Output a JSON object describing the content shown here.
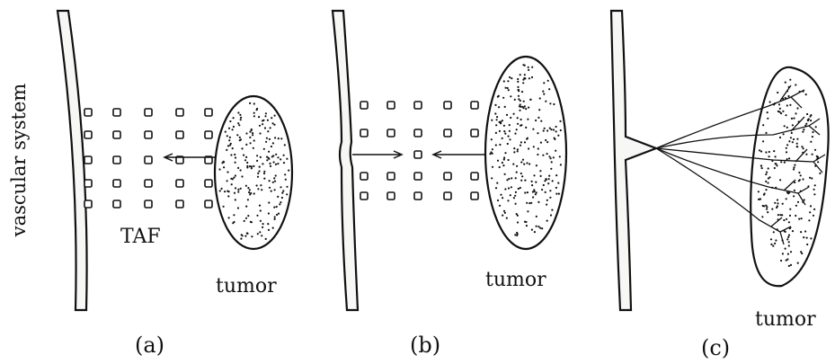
{
  "figure": {
    "side_label": "vascular system",
    "panels": [
      {
        "id": "a",
        "caption": "(a)",
        "tumor_label": "tumor",
        "factor_label": "TAF"
      },
      {
        "id": "b",
        "caption": "(b)",
        "tumor_label": "tumor"
      },
      {
        "id": "c",
        "caption": "(c)",
        "tumor_label": "tumor"
      }
    ]
  }
}
